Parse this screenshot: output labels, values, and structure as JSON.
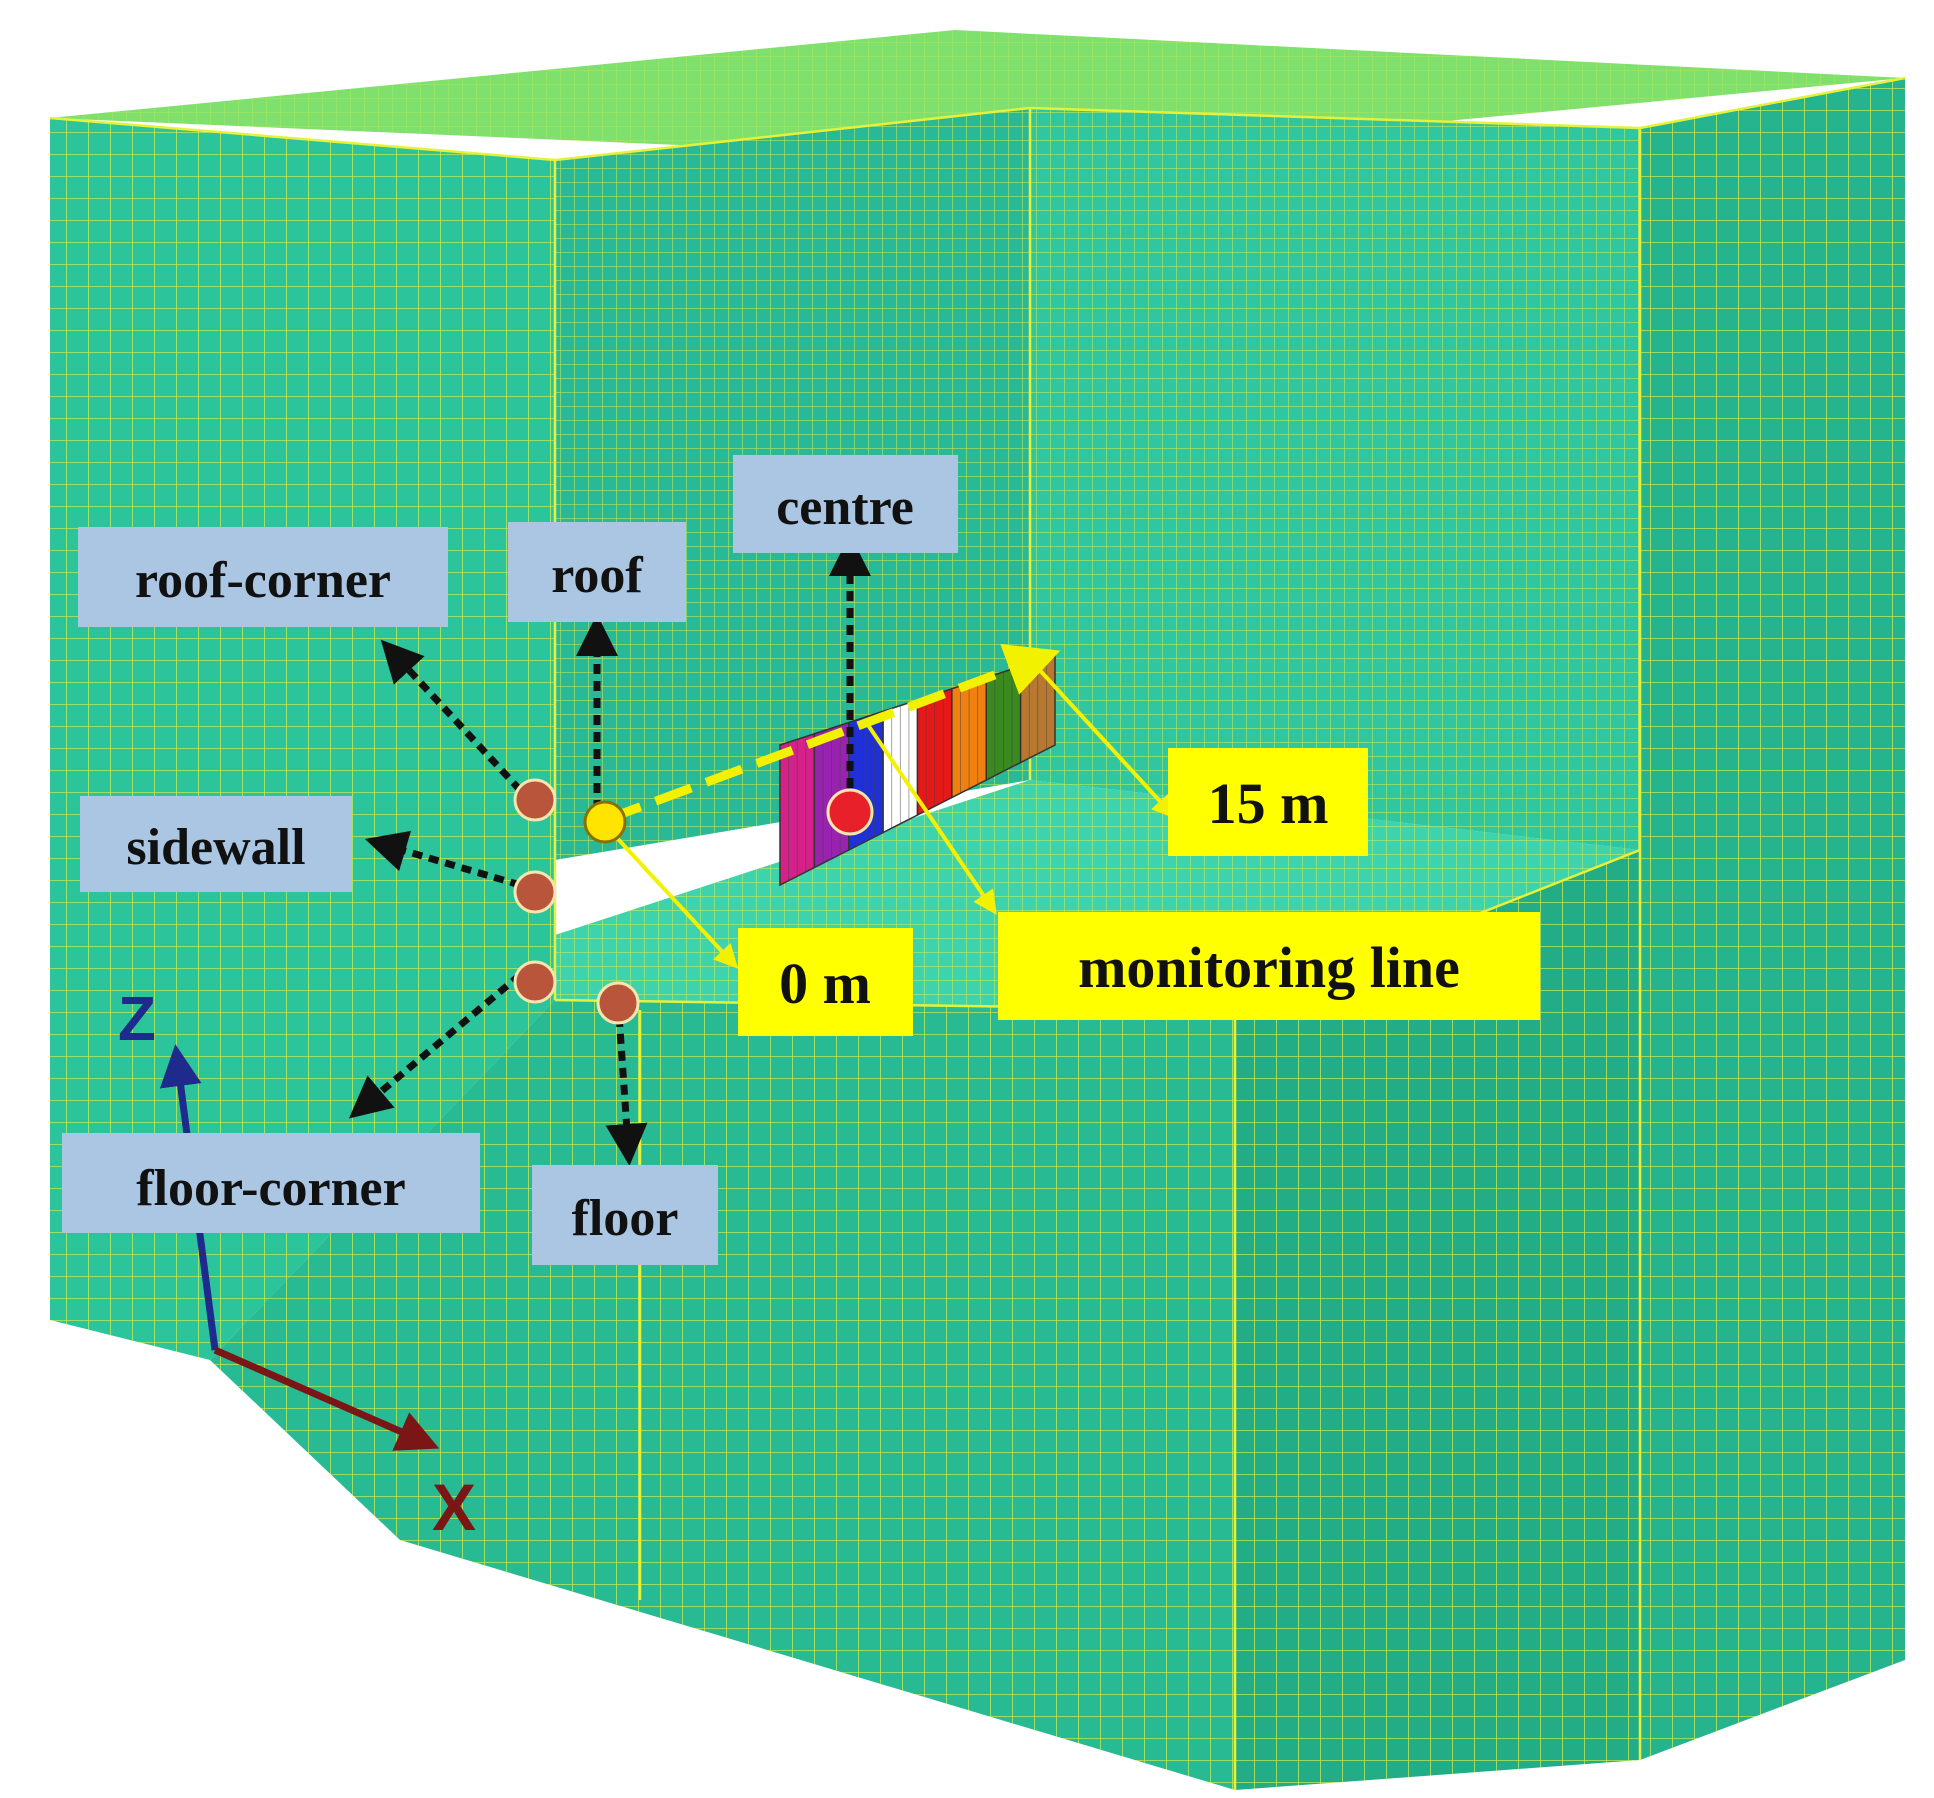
{
  "colors": {
    "mesh_face": "#2cc49b",
    "mesh_face_dark": "#22ad86",
    "mesh_top": "#7fe06e",
    "grid_line": "#d9f04a",
    "label_blue": "#aac6e2",
    "label_yellow": "#ffff00",
    "arrow_black": "#111111",
    "arrow_yellow": "#f2f200",
    "point_brown": "#b8553b",
    "point_yellow": "#ffe400",
    "point_red": "#e8202a",
    "axis_z": "#1e2b8c",
    "axis_x": "#7a1616"
  },
  "axes": {
    "z_label": "Z",
    "x_label": "X"
  },
  "labels": {
    "roof_corner": "roof-corner",
    "roof": "roof",
    "centre": "centre",
    "sidewall": "sidewall",
    "floor_corner": "floor-corner",
    "floor": "floor",
    "start": "0 m",
    "end": "15 m",
    "monitoring_line": "monitoring line"
  },
  "tunnel_zone_colors": [
    "#d6208a",
    "#9a22b0",
    "#2030d8",
    "#ffffff",
    "#e61818",
    "#f08010",
    "#3a8a20",
    "#b87830"
  ]
}
